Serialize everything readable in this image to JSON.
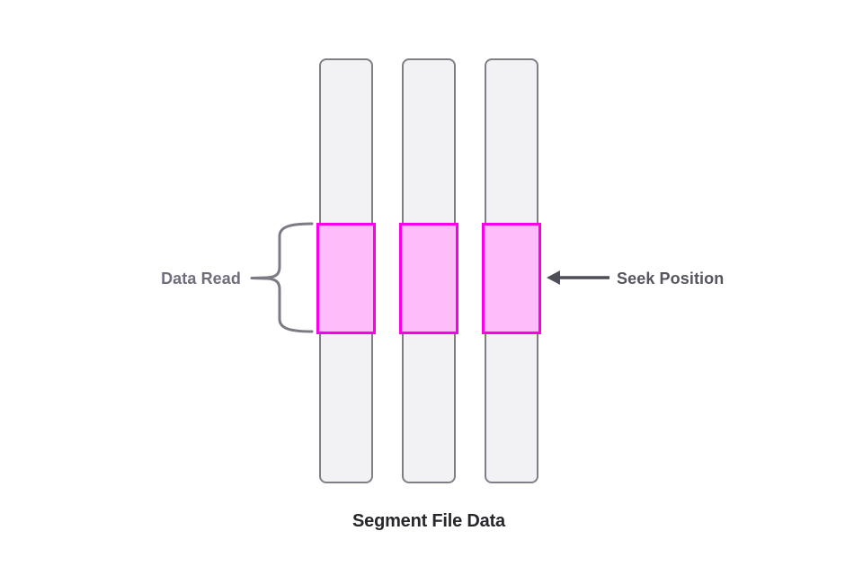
{
  "diagram": {
    "title": "Segment File Data",
    "labels": {
      "data_read": "Data Read",
      "seek_position": "Seek Position"
    },
    "bars": [
      {
        "id": "segment-1",
        "seek_region_highlighted": true
      },
      {
        "id": "segment-2",
        "seek_region_highlighted": true
      },
      {
        "id": "segment-3",
        "seek_region_highlighted": true
      }
    ],
    "icons": {
      "brace": "curly-brace",
      "arrow": "left-arrow"
    },
    "colors": {
      "background": "#ffffff",
      "bar_fill": "#f2f2f4",
      "bar_border": "#7f7f88",
      "seek_fill": "#ffbcfa",
      "seek_border": "#fa00e6",
      "brace": "#7b7b85",
      "arrow": "#4e4e58",
      "data_read_text": "#6e6e7d",
      "seek_text": "#55555f",
      "title_text": "#26262c"
    }
  }
}
